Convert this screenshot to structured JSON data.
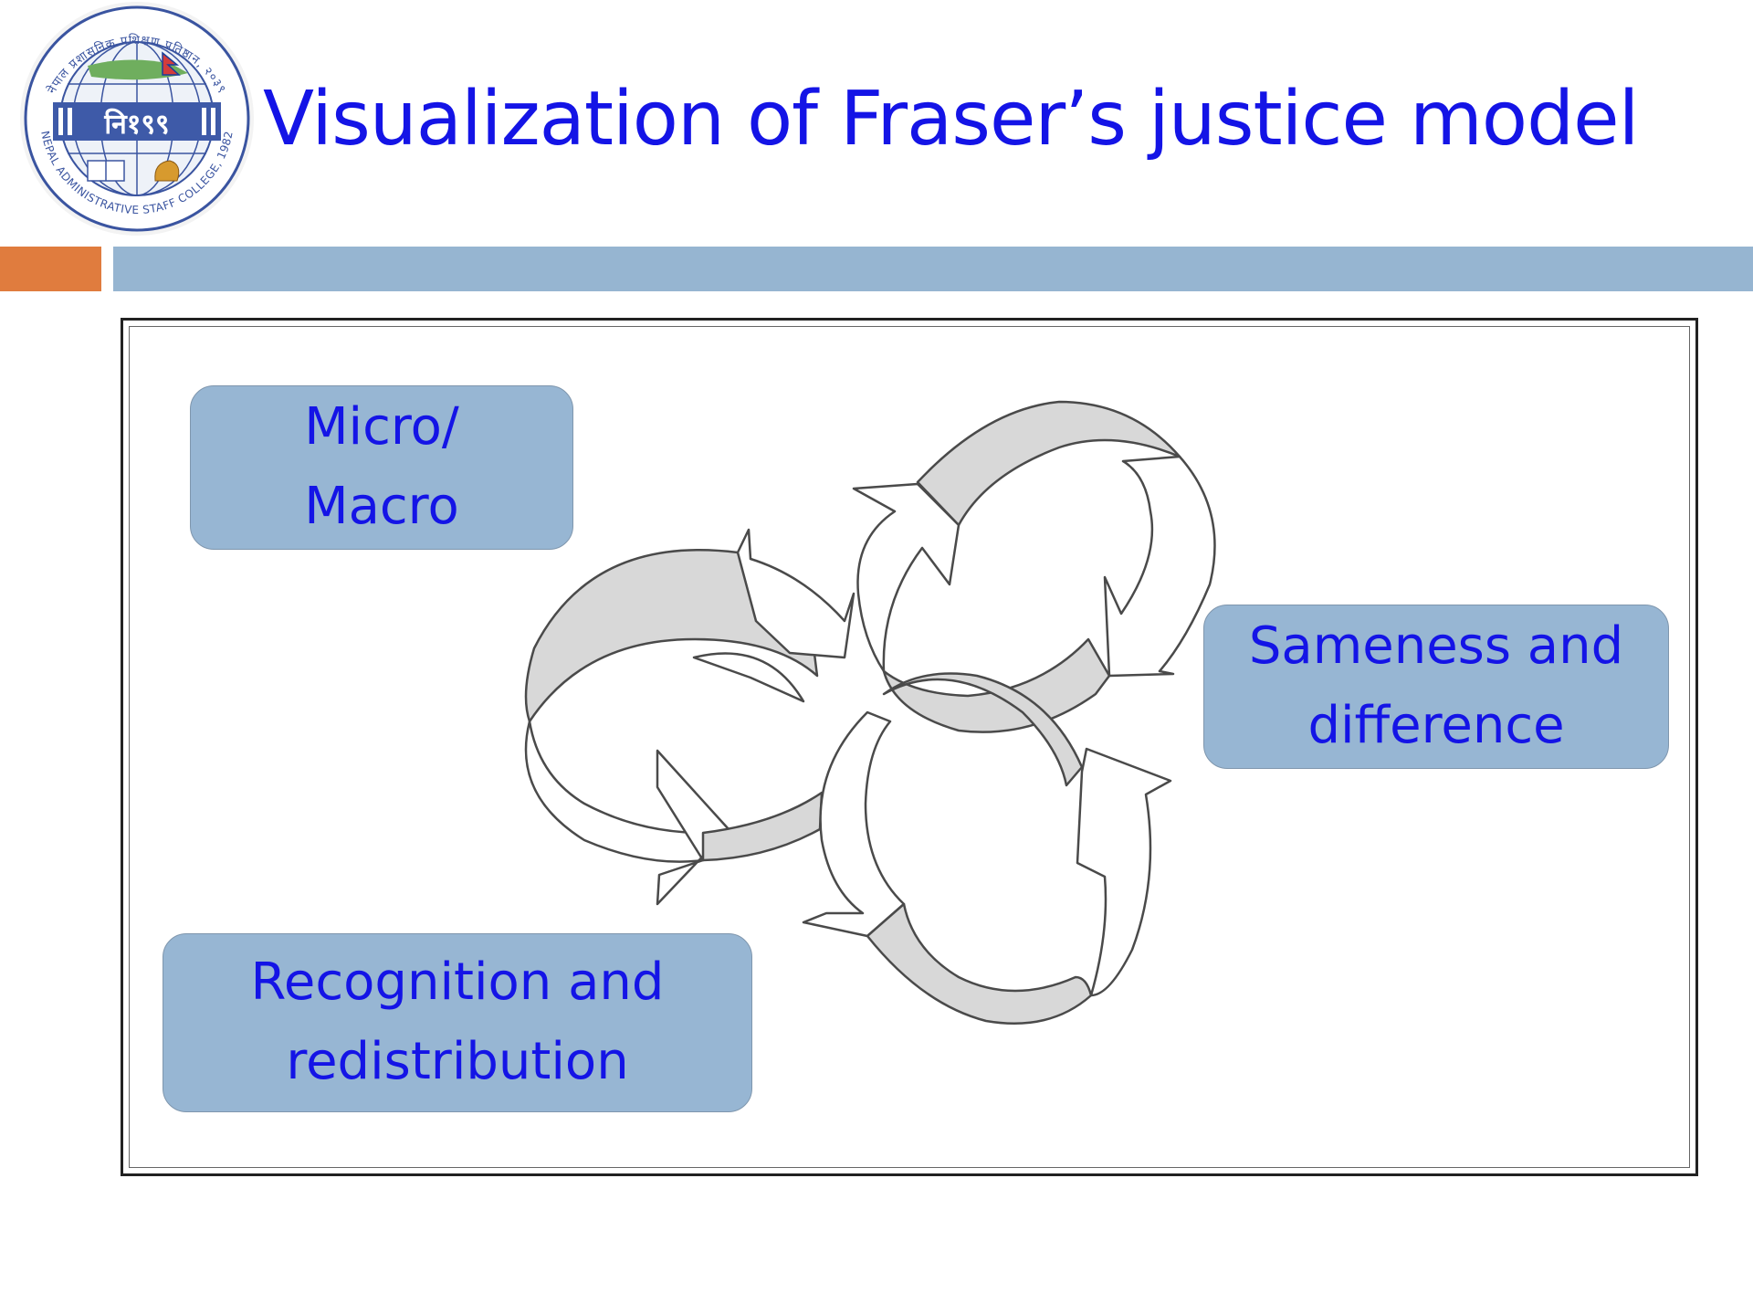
{
  "slide": {
    "title": "Visualization of Fraser’s justice model",
    "title_color": "#1414e6",
    "accent_orange": "#e07c3e",
    "accent_blue": "#96b5d1"
  },
  "logo": {
    "ring_text_top": "नेपाल प्रशासनिक प्रशिक्षण प्रतिष्ठान, २०३९",
    "ring_text_bottom": "NEPAL ADMINISTRATIVE STAFF COLLEGE, 1982",
    "center_text": "नि१९९"
  },
  "diagram": {
    "box_fill": "#97b6d3",
    "text_color": "#1414e6",
    "labels": {
      "micro_macro": [
        "Micro/",
        "Macro"
      ],
      "sameness_difference": [
        "Sameness and",
        "difference"
      ],
      "recognition_redistribution": [
        "Recognition and",
        "redistribution"
      ]
    }
  }
}
